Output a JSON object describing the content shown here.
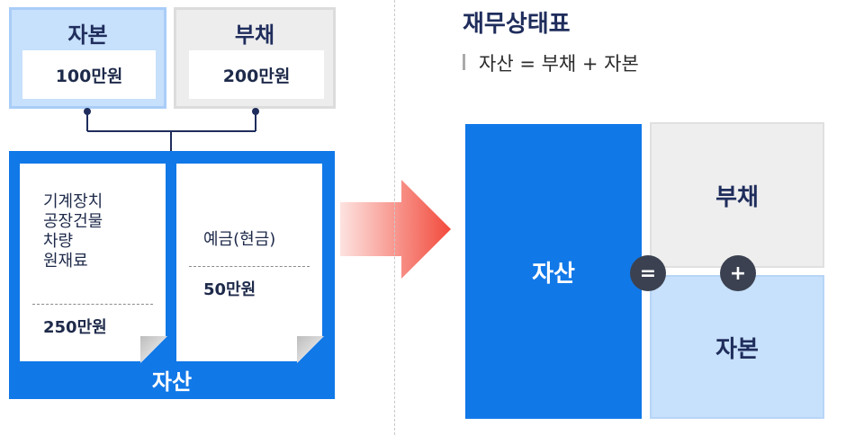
{
  "left": {
    "capital": {
      "title": "자본",
      "value": "100만원"
    },
    "liability": {
      "title": "부채",
      "value": "200만원"
    },
    "assets": {
      "label": "자산",
      "doc1": {
        "items": [
          "기계장치",
          "공장건물",
          "차량",
          "원재료"
        ],
        "value": "250만원"
      },
      "doc2": {
        "items": [
          "예금(현금)"
        ],
        "value": "50만원"
      }
    }
  },
  "right": {
    "title": "재무상태표",
    "formula": "자산 = 부채 + 자본",
    "asset_label": "자산",
    "liability_label": "부채",
    "capital_label": "자본",
    "equals": "=",
    "plus": "+"
  },
  "colors": {
    "asset_blue": "#1178e8",
    "capital_light_blue": "#c7e0fb",
    "liability_gray": "#eeeeee",
    "arrow_red": "#f24a3c",
    "navy_text": "#1f2d5c"
  }
}
